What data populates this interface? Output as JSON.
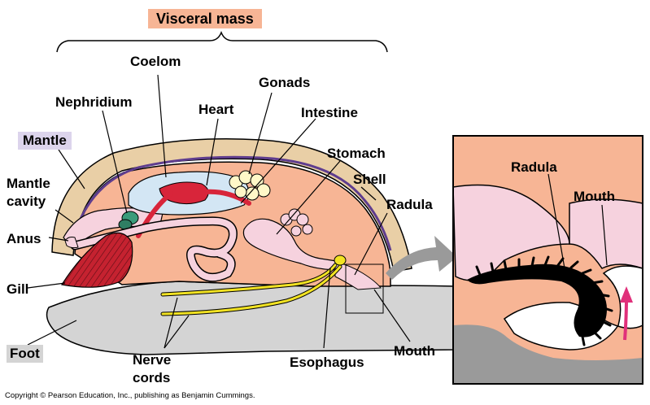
{
  "labels": {
    "visceral_mass": "Visceral mass",
    "coelom": "Coelom",
    "gonads": "Gonads",
    "nephridium": "Nephridium",
    "heart": "Heart",
    "intestine": "Intestine",
    "mantle": "Mantle",
    "stomach": "Stomach",
    "mantle_cavity_1": "Mantle",
    "mantle_cavity_2": "cavity",
    "shell": "Shell",
    "radula": "Radula",
    "anus": "Anus",
    "gill": "Gill",
    "foot": "Foot",
    "nerve_cords_1": "Nerve",
    "nerve_cords_2": "cords",
    "esophagus": "Esophagus",
    "mouth": "Mouth",
    "inset_radula": "Radula",
    "inset_mouth": "Mouth"
  },
  "copyright": "Copyright © Pearson Education, Inc., publishing as Benjamin Cummings.",
  "colors": {
    "peach": "#f7b595",
    "shell": "#e9cfa6",
    "mantle_pink": "#f6d2de",
    "coelom_blue": "#d3e6f4",
    "heart_red": "#d8253a",
    "gill_red": "#c52230",
    "foot_gray": "#d4d4d4",
    "nerve_yellow": "#f2e323",
    "mantle_line": "#5f3d8e",
    "arrow_gray": "#9a9a9a",
    "arrow_magenta": "#e0307a"
  }
}
